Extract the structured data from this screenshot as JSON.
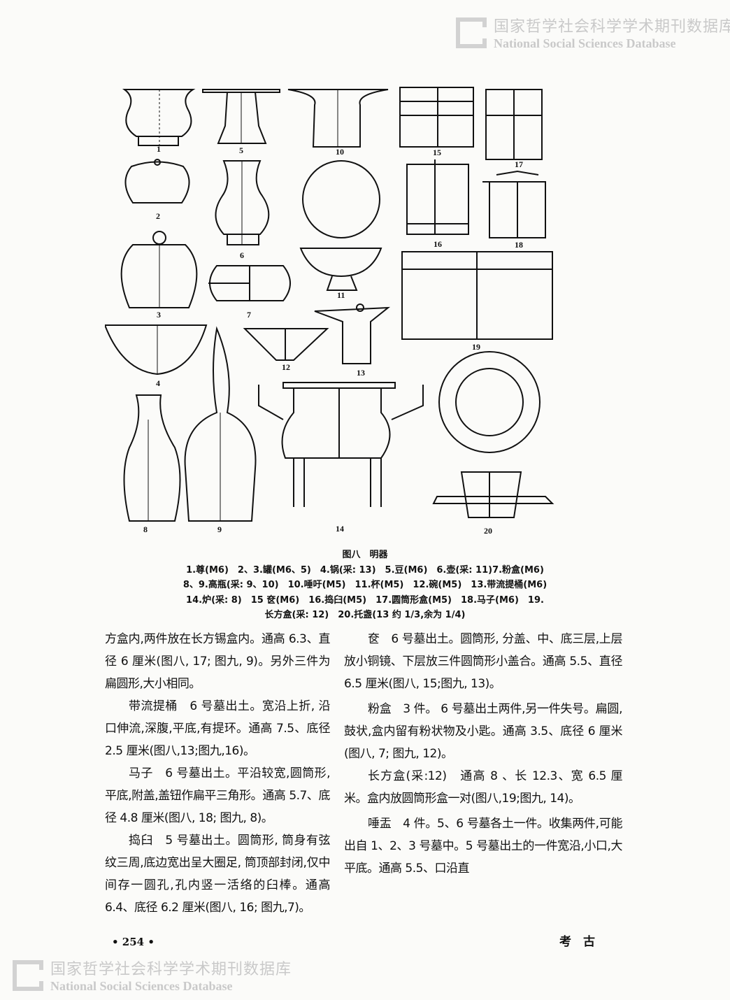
{
  "watermark": {
    "cn": "国家哲学社会科学学术期刊数据库",
    "en": "National Social Sciences Database"
  },
  "figure": {
    "labels": [
      "1",
      "2",
      "3",
      "4",
      "5",
      "6",
      "7",
      "8",
      "9",
      "10",
      "11",
      "12",
      "13",
      "14",
      "15",
      "16",
      "17",
      "18",
      "19",
      "20"
    ],
    "title": "图八　明器",
    "caption_lines": [
      "1.尊(M6)　2、3.罐(M6、5)　4.锅(采: 13)　5.豆(M6)　6.壶(采: 11)7.粉盒(M6)",
      "8、9.高瓶(采: 9、10)　10.唾吁(M5)　11.杯(M5)　12.碗(M5)　13.带流提桶(M6)",
      "14.炉(采: 8)　15 奁(M6)　16.捣臼(M5)　17.圆筒形盒(M5)　18.马子(M6)　19.",
      "长方盒(采: 12)　20.托盏(13 约 1/3,余为 1/4)"
    ]
  },
  "left_column": [
    {
      "text": "方盒内,两件放在长方锡盒内。通高 6.3、直径 6 厘米(图八, 17; 图九, 9)。另外三件为扁圆形,大小相同。",
      "indent": false
    },
    {
      "text": "带流提桶　6 号墓出土。宽沿上折, 沿口伸流,深腹,平底,有提环。通高 7.5、底径 2.5 厘米(图八,13;图九,16)。",
      "indent": true
    },
    {
      "text": "马子　6 号墓出土。平沿较宽,圆筒形,平底,附盖,盖钮作扁平三角形。通高 5.7、底径 4.8 厘米(图八, 18; 图九, 8)。",
      "indent": true
    },
    {
      "text": "捣臼　5 号墓出土。圆筒形, 筒身有弦纹三周,底边宽出呈大圈足, 筒顶部封闭,仅中间存一圆孔,孔内竖一活络的臼棒。通高 6.4、底径 6.2 厘米(图八, 16; 图九,7)。",
      "indent": true
    }
  ],
  "right_column": [
    {
      "text": "奁　6 号墓出土。圆筒形, 分盖、中、底三层,上层放小铜镜、下层放三件圆筒形小盖合。通高 5.5、直径 6.5 厘米(图八, 15;图九, 13)。",
      "indent": true
    },
    {
      "text": "粉盒　3 件。 6 号墓出土两件,另一件失号。扁圆,鼓状,盒内留有粉状物及小匙。通高 3.5、底径 6 厘米(图八, 7; 图九, 12)。",
      "indent": true
    },
    {
      "text": "长方盒(采:12)　通高 8 、长 12.3、宽 6.5 厘米。盒内放圆筒形盒一对(图八,19;图九, 14)。",
      "indent": true
    },
    {
      "text": "唾盂　4 件。5、6 号墓各土一件。收集两件,可能出自 1、2、3 号墓中。5 号墓出土的一件宽沿,小口,大平底。通高 5.5、口沿直",
      "indent": true
    }
  ],
  "footer": {
    "page": "• 254 •",
    "journal": "考　古"
  }
}
